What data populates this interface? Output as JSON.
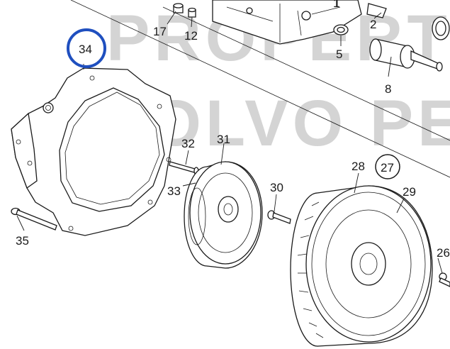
{
  "watermark": {
    "line1": "PROPERTY OF",
    "line2": "VOLVO PENTA"
  },
  "highlight_color": "#1f4fbf",
  "callouts": [
    {
      "id": "17",
      "text": "17"
    },
    {
      "id": "12",
      "text": "12"
    },
    {
      "id": "5",
      "text": "5"
    },
    {
      "id": "2",
      "text": "2"
    },
    {
      "id": "1",
      "text": "1"
    },
    {
      "id": "8",
      "text": "8"
    },
    {
      "id": "34",
      "text": "34"
    },
    {
      "id": "32",
      "text": "32"
    },
    {
      "id": "31",
      "text": "31"
    },
    {
      "id": "33",
      "text": "33"
    },
    {
      "id": "30",
      "text": "30"
    },
    {
      "id": "28",
      "text": "28"
    },
    {
      "id": "27",
      "text": "27"
    },
    {
      "id": "29",
      "text": "29"
    },
    {
      "id": "35",
      "text": "35"
    },
    {
      "id": "26",
      "text": "26"
    }
  ]
}
